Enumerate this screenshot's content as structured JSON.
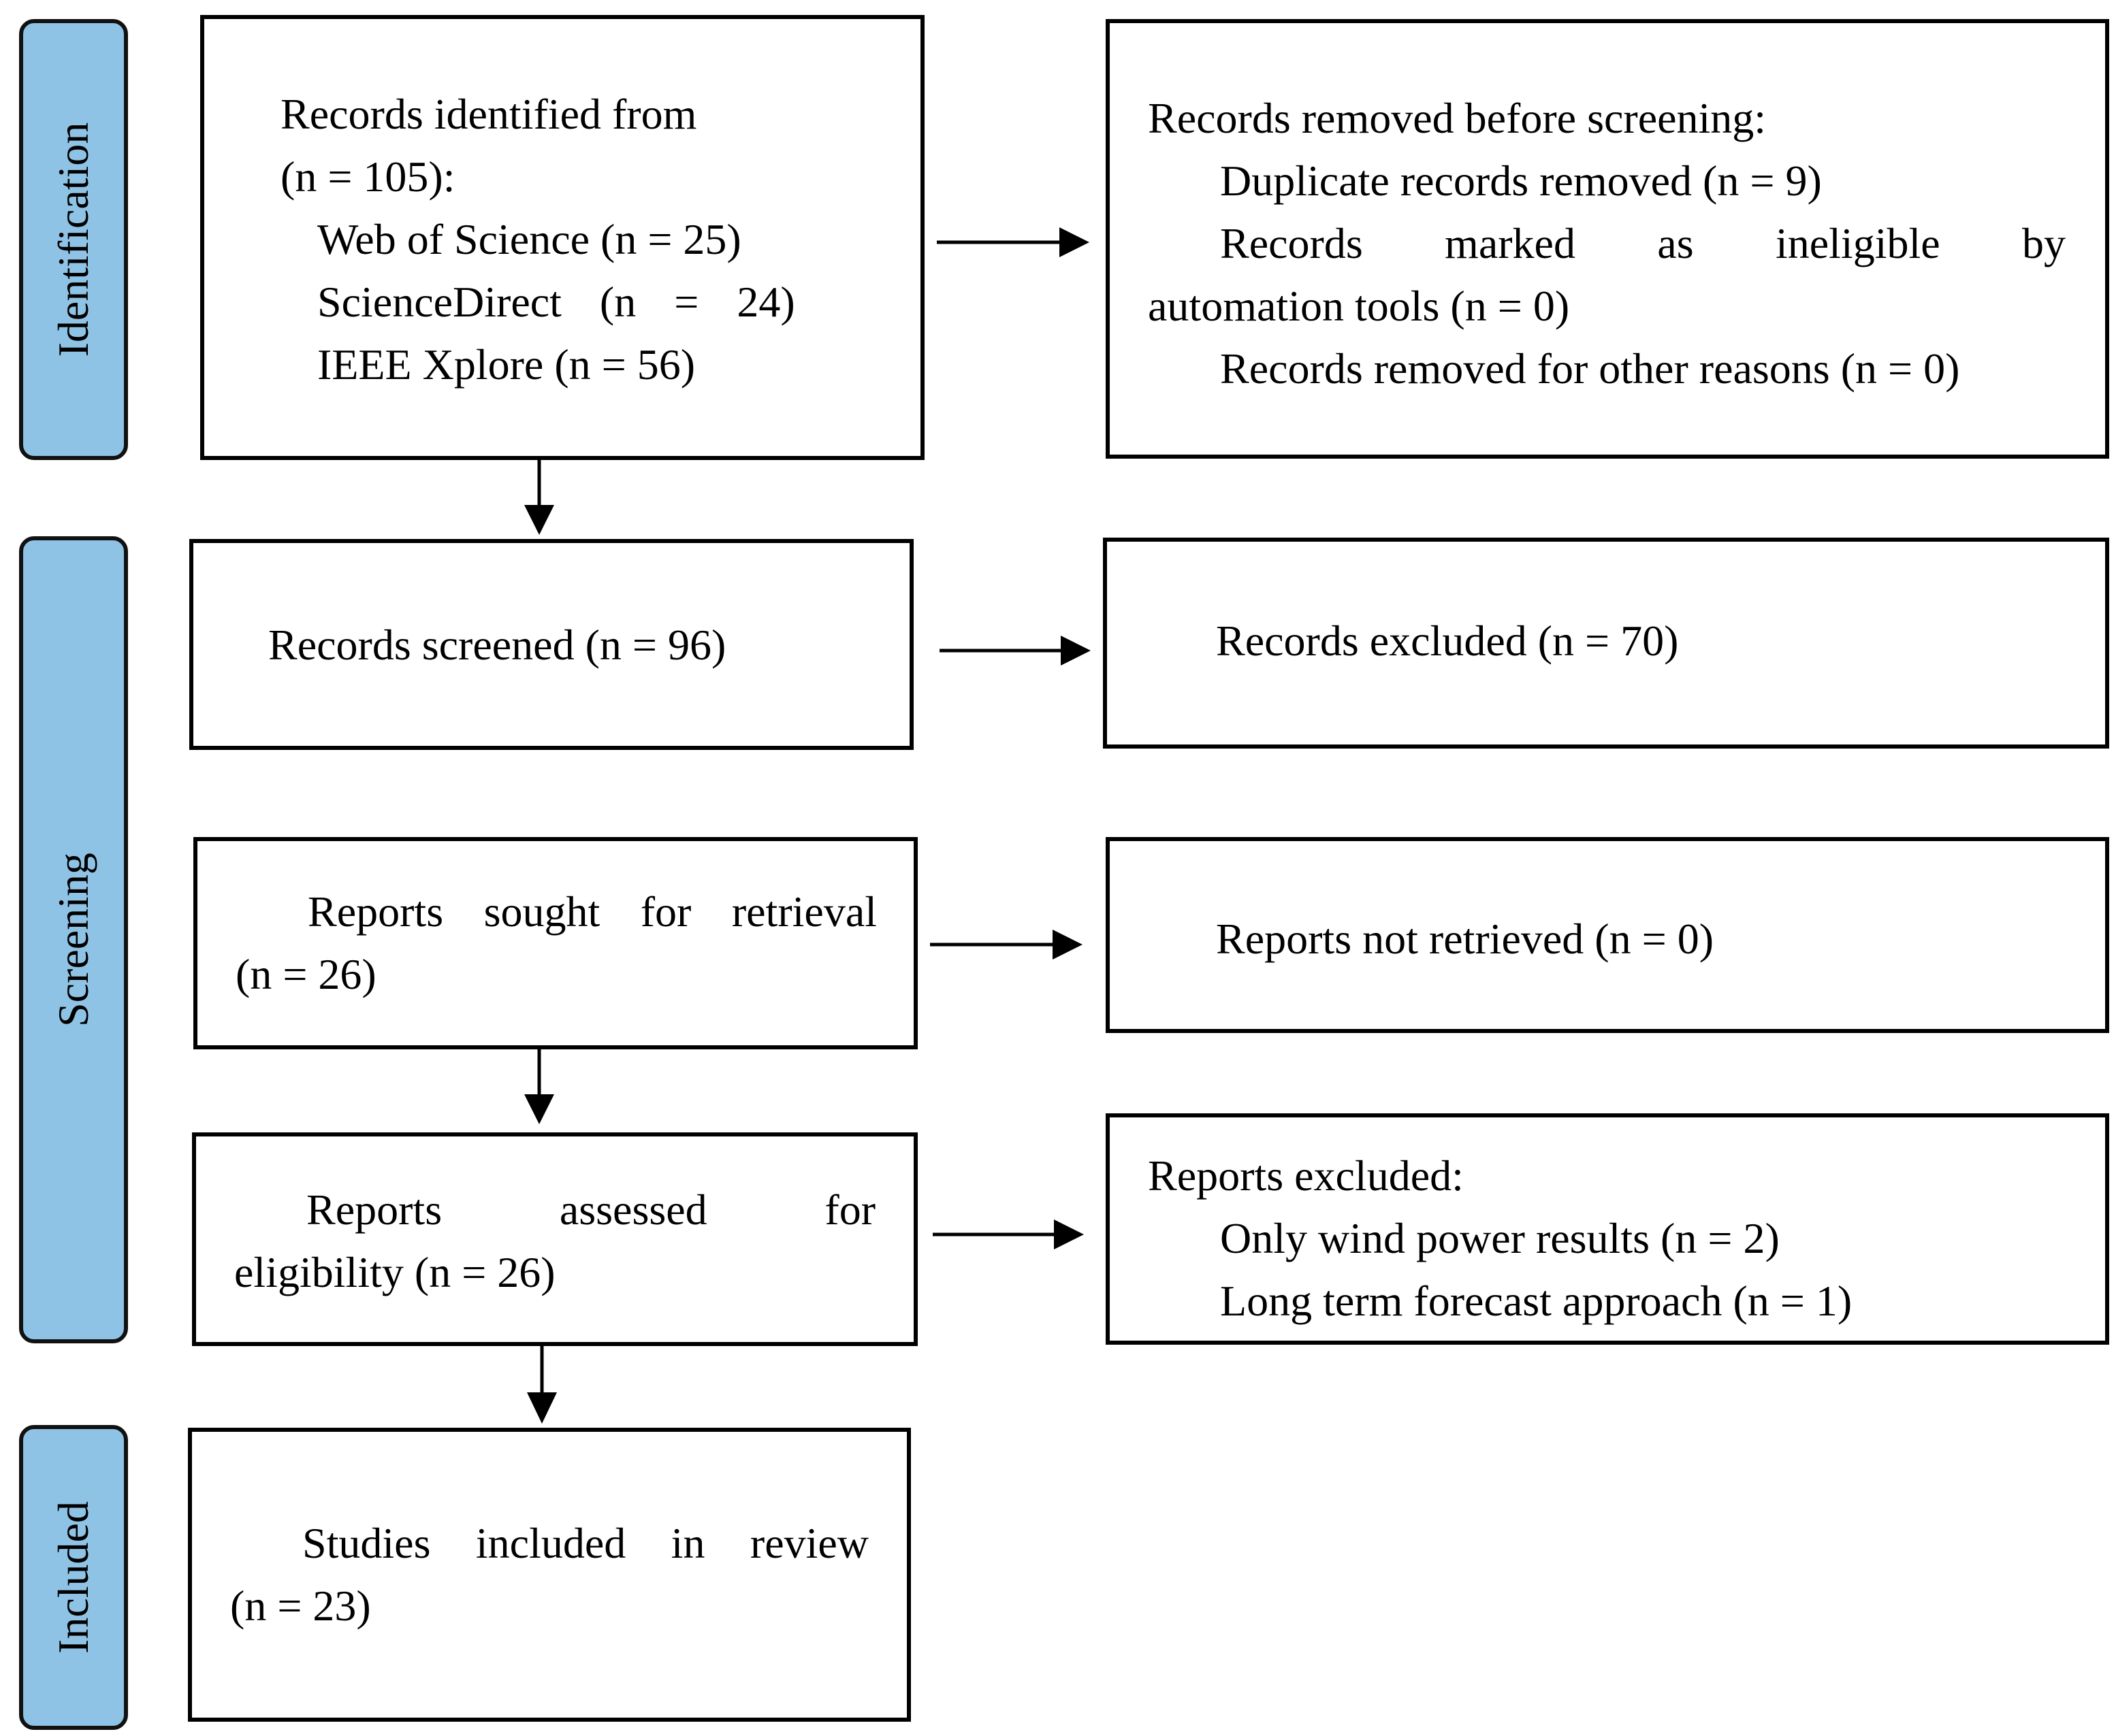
{
  "phases": {
    "identification": "Identification",
    "screening": "Screening",
    "included": "Included"
  },
  "identification": {
    "records_identified": {
      "heading": "Records identified from",
      "total": "(n = 105):",
      "sources": [
        "Web of Science (n = 25)",
        "ScienceDirect (n = 24)",
        "IEEE Xplore (n = 56)"
      ]
    },
    "records_removed": {
      "heading": "Records removed before screening:",
      "duplicates": "Duplicate records removed (n = 9)",
      "ineligible_line1": "Records marked as ineligible by",
      "ineligible_line2": "automation tools (n = 0)",
      "other": "Records removed for other reasons (n = 0)"
    }
  },
  "screening": {
    "records_screened": "Records screened (n = 96)",
    "records_excluded": "Records excluded (n = 70)",
    "reports_sought_line1": "Reports sought for retrieval",
    "reports_sought_line2": "(n = 26)",
    "reports_not_retrieved": "Reports not retrieved (n = 0)",
    "reports_assessed_line1": "Reports assessed for",
    "reports_assessed_line2": "eligibility (n = 26)",
    "reports_excluded": {
      "heading": "Reports excluded:",
      "reasons": [
        "Only wind power results (n = 2)",
        "Long term forecast approach (n = 1)"
      ]
    }
  },
  "included": {
    "studies_line1": "Studies included in review",
    "studies_line2": "(n = 23)"
  }
}
